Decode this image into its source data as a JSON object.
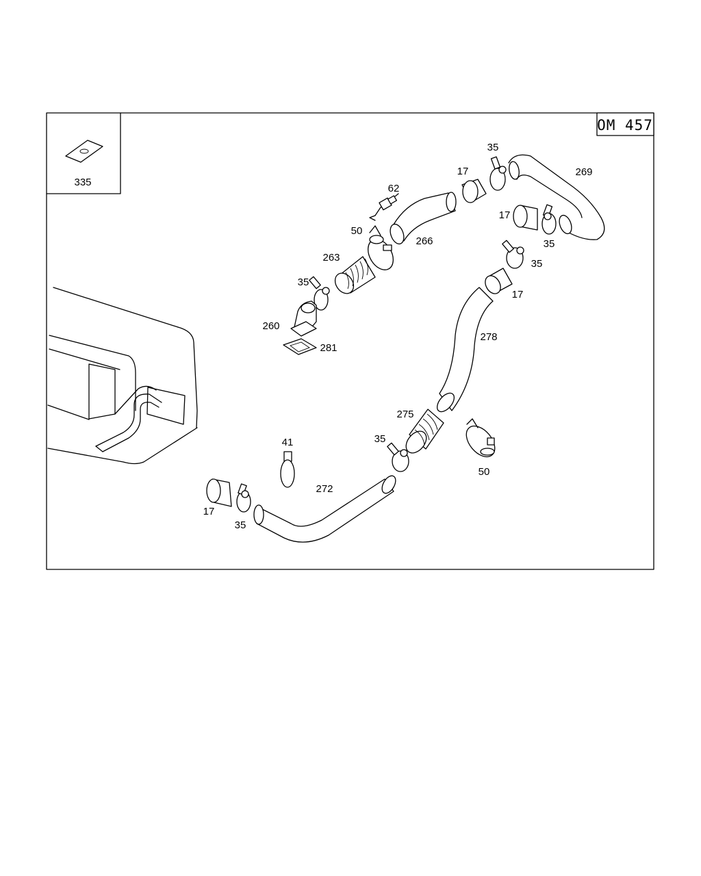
{
  "diagram": {
    "engine_tag": "OM 457",
    "inset_part_label": "335",
    "callouts": [
      {
        "id": "c269",
        "text": "269"
      },
      {
        "id": "c35a",
        "text": "35"
      },
      {
        "id": "c17a",
        "text": "17"
      },
      {
        "id": "c62",
        "text": "62"
      },
      {
        "id": "c17b",
        "text": "17"
      },
      {
        "id": "c35b",
        "text": "35"
      },
      {
        "id": "c50a",
        "text": "50"
      },
      {
        "id": "c266",
        "text": "266"
      },
      {
        "id": "c263",
        "text": "263"
      },
      {
        "id": "c35c",
        "text": "35"
      },
      {
        "id": "c17c",
        "text": "17"
      },
      {
        "id": "c35d",
        "text": "35"
      },
      {
        "id": "c260",
        "text": "260"
      },
      {
        "id": "c281",
        "text": "281"
      },
      {
        "id": "c278",
        "text": "278"
      },
      {
        "id": "c275",
        "text": "275"
      },
      {
        "id": "c41",
        "text": "41"
      },
      {
        "id": "c35e",
        "text": "35"
      },
      {
        "id": "c50b",
        "text": "50"
      },
      {
        "id": "c272",
        "text": "272"
      },
      {
        "id": "c17d",
        "text": "17"
      },
      {
        "id": "c35f",
        "text": "35"
      }
    ]
  }
}
